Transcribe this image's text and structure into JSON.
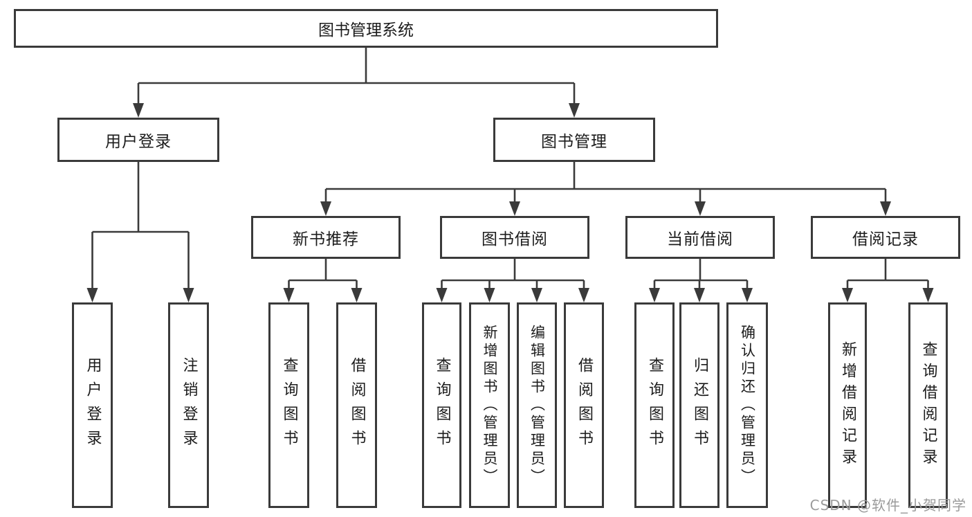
{
  "nodes": {
    "root": "图书管理系统",
    "user_login": "用户登录",
    "book_mgmt": "图书管理",
    "new_book_rec": "新书推荐",
    "book_borrow": "图书借阅",
    "current_borrow": "当前借阅",
    "borrow_record": "借阅记录",
    "leaf_user_login": "用户登录",
    "leaf_logout": "注销登录",
    "leaf_rec_query": "查询图书",
    "leaf_rec_borrow": "借阅图书",
    "leaf_bb_query": "查询图书",
    "leaf_bb_add": "新增图书（管理员）",
    "leaf_bb_edit": "编辑图书（管理员）",
    "leaf_bb_borrow": "借阅图书",
    "leaf_cb_query": "查询图书",
    "leaf_cb_return": "归还图书",
    "leaf_cb_confirm": "确认归还（管理员）",
    "leaf_br_add": "新增借阅记录",
    "leaf_br_query": "查询借阅记录"
  },
  "watermark": "CSDN @软件_小贺同学",
  "colors": {
    "line": "#3a3a3a",
    "box_border": "#3a3a3a",
    "text": "#1c1c1c",
    "watermark": "#9b9b9b",
    "background": "#ffffff"
  }
}
